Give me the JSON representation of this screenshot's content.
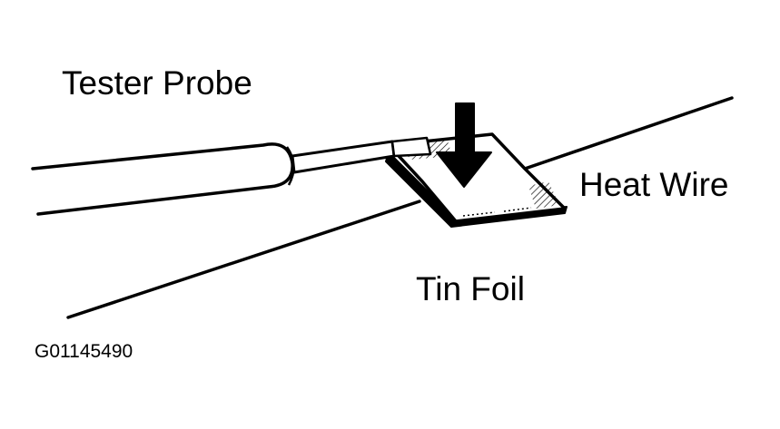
{
  "labels": {
    "tester_probe": "Tester Probe",
    "heat_wire": "Heat Wire",
    "tin_foil": "Tin Foil",
    "figure_code": "G01145490"
  },
  "colors": {
    "ink": "#000000",
    "background": "#ffffff"
  }
}
